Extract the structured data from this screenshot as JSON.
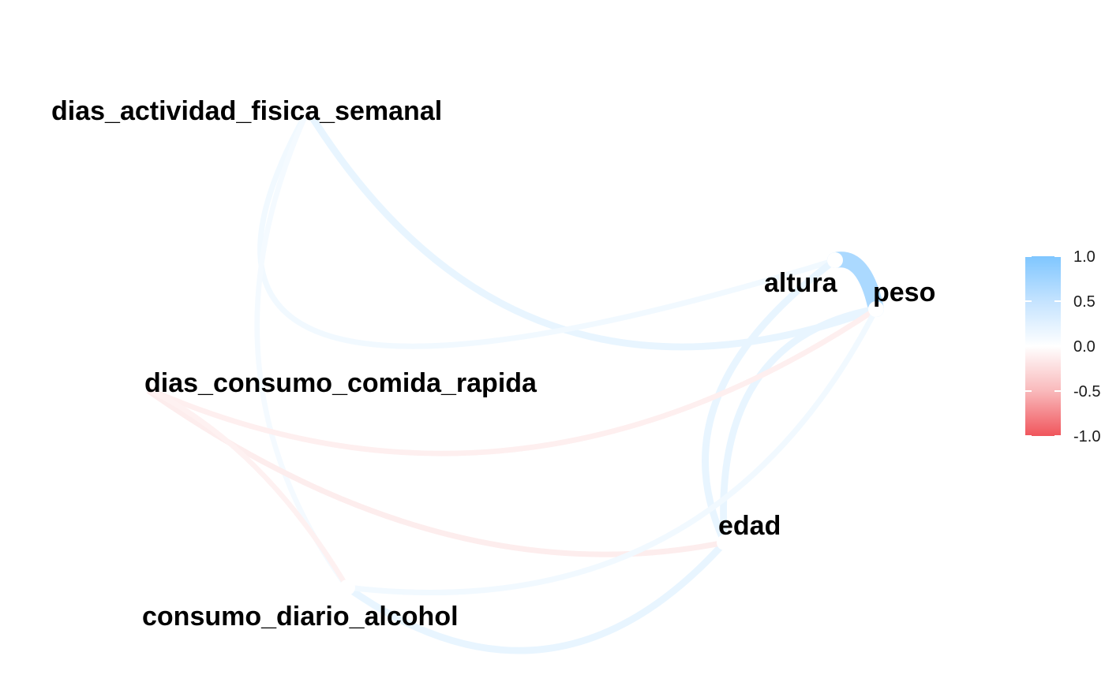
{
  "chart_data": {
    "type": "network",
    "nodes": [
      {
        "id": "dias_actividad_fisica_semanal",
        "label": "dias_actividad_fisica_semanal"
      },
      {
        "id": "altura",
        "label": "altura"
      },
      {
        "id": "peso",
        "label": "peso"
      },
      {
        "id": "dias_consumo_comida_rapida",
        "label": "dias_consumo_comida_rapida"
      },
      {
        "id": "edad",
        "label": "edad"
      },
      {
        "id": "consumo_diario_alcohol",
        "label": "consumo_diario_alcohol"
      }
    ],
    "edges": [
      {
        "from": "altura",
        "to": "peso",
        "r": 0.5
      },
      {
        "from": "dias_actividad_fisica_semanal",
        "to": "peso",
        "r": 0.1
      },
      {
        "from": "dias_actividad_fisica_semanal",
        "to": "altura",
        "r": 0.04
      },
      {
        "from": "dias_actividad_fisica_semanal",
        "to": "consumo_diario_alcohol",
        "r": 0.02
      },
      {
        "from": "altura",
        "to": "edad",
        "r": 0.1
      },
      {
        "from": "peso",
        "to": "edad",
        "r": 0.1
      },
      {
        "from": "edad",
        "to": "consumo_diario_alcohol",
        "r": 0.1
      },
      {
        "from": "dias_consumo_comida_rapida",
        "to": "edad",
        "r": -0.04
      },
      {
        "from": "dias_consumo_comida_rapida",
        "to": "peso",
        "r": -0.03
      },
      {
        "from": "dias_consumo_comida_rapida",
        "to": "consumo_diario_alcohol",
        "r": -0.02
      },
      {
        "from": "consumo_diario_alcohol",
        "to": "peso",
        "r": 0.04
      }
    ],
    "legend": {
      "ticks": [
        "1.0",
        "0.5",
        "0.0",
        "-0.5",
        "-1.0"
      ],
      "range": [
        -1,
        1
      ],
      "colors": {
        "high": "#7fc6ff",
        "mid": "#ffffff",
        "low": "#f0555c"
      },
      "placement": "right"
    }
  }
}
